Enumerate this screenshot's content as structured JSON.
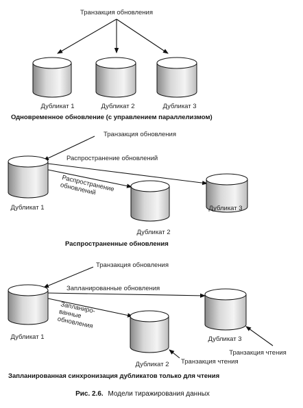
{
  "section1": {
    "source": "Транзакция обновления",
    "replica1": "Дубликат 1",
    "replica2": "Дубликат 2",
    "replica3": "Дубликат 3",
    "caption": "Одновременное обновление (с управлением параллелизмом)"
  },
  "section2": {
    "source": "Транзакция обновления",
    "propagation_top": "Распространение обновлений",
    "propagation_slanted_line1": "Распространение",
    "propagation_slanted_line2": "обновлений",
    "replica1": "Дубликат 1",
    "replica2": "Дубликат 2",
    "replica3": "Дубликат 3",
    "caption": "Распространенные обновления"
  },
  "section3": {
    "source": "Транзакция обновления",
    "scheduled_top": "Запланированные обновления",
    "scheduled_slanted_line1": "Запланиро-",
    "scheduled_slanted_line2": "ванные",
    "scheduled_slanted_line3": "обновления",
    "replica1": "Дубликат 1",
    "replica2": "Дубликат 2",
    "replica3": "Дубликат 3",
    "read_tx_2": "Транзакция чтения",
    "read_tx_3": "Транзакция чтения",
    "caption": "Запланированная синхронизация дубликатов только для чтения"
  },
  "figure": {
    "number": "Рис. 2.6.",
    "title": "Модели тиражирования данных"
  },
  "colors": {
    "ink": "#111111",
    "cylinder_shade": "#cfcfcf"
  }
}
